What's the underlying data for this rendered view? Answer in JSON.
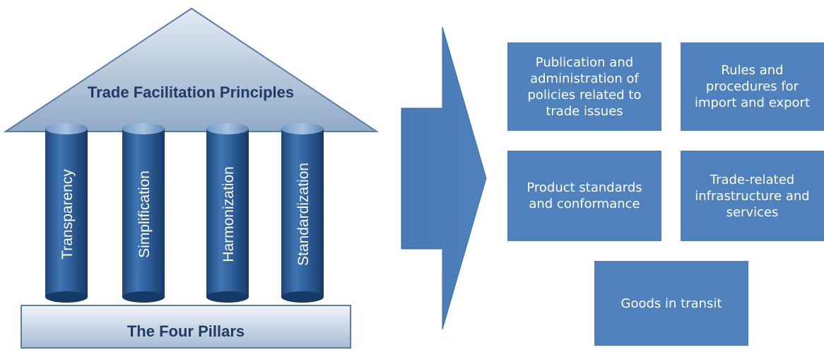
{
  "temple": {
    "roof_label": "Trade Facilitation Principles",
    "base_label": "The Four Pillars",
    "pillars": [
      "Transparency",
      "Simplification",
      "Harmonization",
      "Standardization"
    ]
  },
  "boxes": {
    "publication": "Publication and\nadministration of\npolicies related to\ntrade issues",
    "rules": "Rules and\nprocedures for\nimport and export",
    "product": "Product standards\nand conformance",
    "trade": "Trade-related\ninfrastructure and\nservices",
    "goods": "Goods in transit"
  },
  "colors": {
    "box_fill": "#4f81bd",
    "arrow_fill": "#4f81bd",
    "pillar_fill": "#2e5f97",
    "roof_fill": "#9cb3cc"
  }
}
